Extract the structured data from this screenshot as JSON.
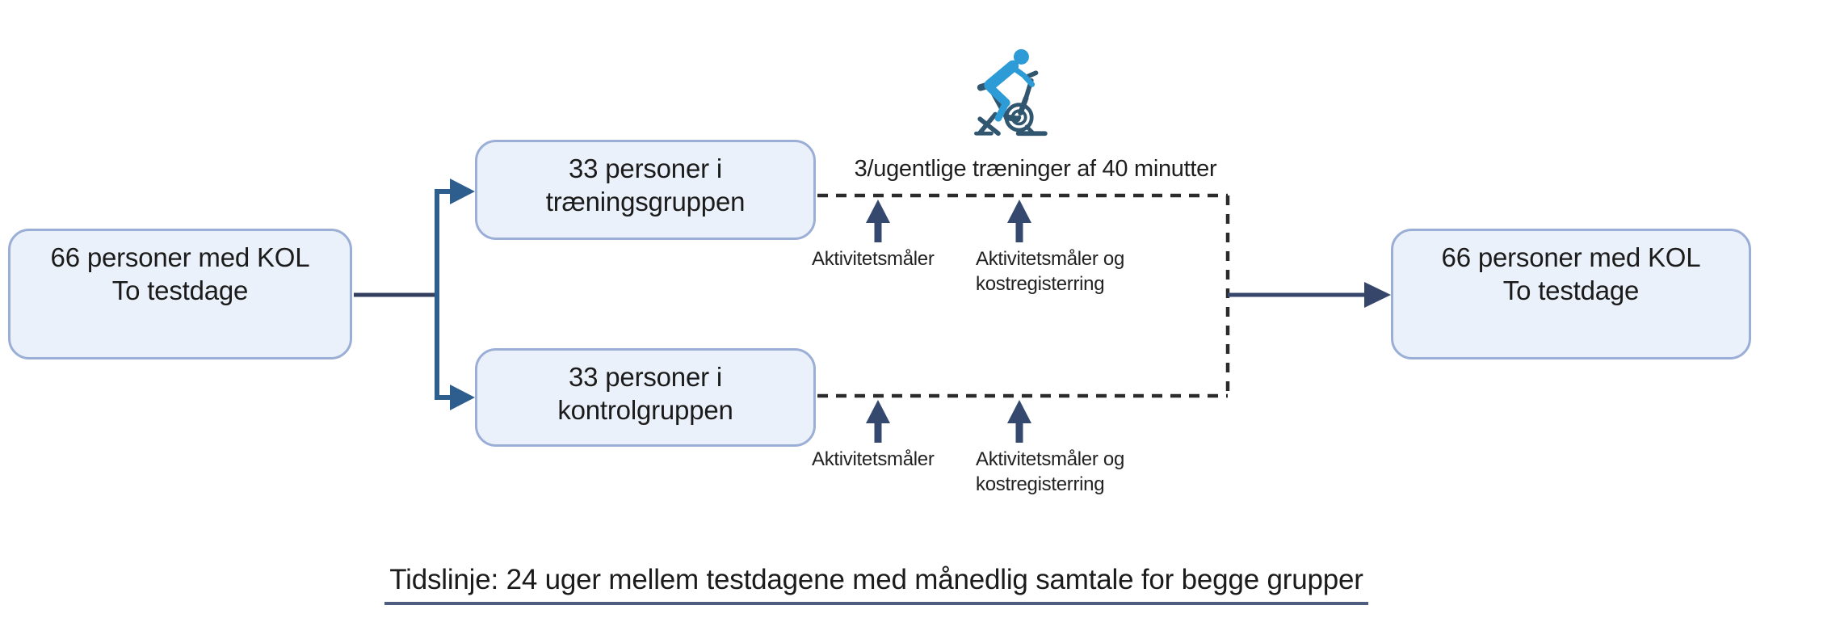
{
  "flow": {
    "start_box": "66 personer med KOL\nTo testdage",
    "training_box": "33 personer i\ntræningsgruppen",
    "control_box": "33 personer i\nkontrolgruppen",
    "end_box": "66 personer med KOL\nTo testdage"
  },
  "labels": {
    "training_frequency": "3/ugentlige træninger af 40 minutter",
    "training_measure_first": "Aktivitetsmåler",
    "training_measure_second": "Aktivitetsmåler og\nkostregisterring",
    "control_measure_first": "Aktivitetsmåler",
    "control_measure_second": "Aktivitetsmåler og\nkostregisterring",
    "timeline": "Tidslinje: 24 uger mellem testdagene med månedlig samtale for begge grupper"
  },
  "icons": {
    "exercise_bike": "exercise-bike-icon"
  },
  "colors": {
    "box_fill": "#EBF1FA",
    "box_border": "#9BAED6",
    "dark_connector": "#36466B",
    "branch_connector": "#2D5E8E",
    "stub_connector": "#333F5E",
    "up_arrow": "#35496E",
    "dashed_line": "#2B2B2B",
    "person_blue": "#2D9BD5",
    "bike_dark": "#31566F",
    "underline": "#4F5E7E"
  }
}
